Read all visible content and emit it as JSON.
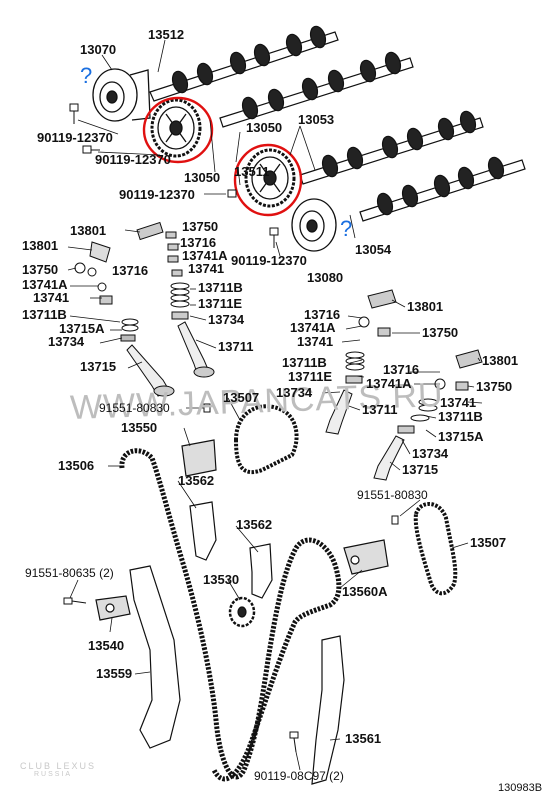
{
  "diagram": {
    "watermark": "WWW.JAPANCATS.RU",
    "logo_text": "CLUB LEXUS",
    "logo_subtext": "RUSSIA",
    "reference_code": "130983B",
    "parts": [
      {
        "id": "p01",
        "text": "13070"
      },
      {
        "id": "p02",
        "text": "13512"
      },
      {
        "id": "p03",
        "text": "90119-12370"
      },
      {
        "id": "p04",
        "text": "90119-12370"
      },
      {
        "id": "p05",
        "text": "13050"
      },
      {
        "id": "p06",
        "text": "13053"
      },
      {
        "id": "p07",
        "text": "13050"
      },
      {
        "id": "p08",
        "text": "13511"
      },
      {
        "id": "p09",
        "text": "90119-12370"
      },
      {
        "id": "p10",
        "text": "13054"
      },
      {
        "id": "p11",
        "text": "90119-12370"
      },
      {
        "id": "p12",
        "text": "13080"
      },
      {
        "id": "p13",
        "text": "13801"
      },
      {
        "id": "p14",
        "text": "13750"
      },
      {
        "id": "p15",
        "text": "13716"
      },
      {
        "id": "p16",
        "text": "13741A"
      },
      {
        "id": "p17",
        "text": "13741"
      },
      {
        "id": "p18",
        "text": "13801"
      },
      {
        "id": "p19",
        "text": "13750"
      },
      {
        "id": "p20",
        "text": "13716"
      },
      {
        "id": "p21",
        "text": "13741A"
      },
      {
        "id": "p22",
        "text": "13741"
      },
      {
        "id": "p23",
        "text": "13711B"
      },
      {
        "id": "p24",
        "text": "13711E"
      },
      {
        "id": "p25",
        "text": "13734"
      },
      {
        "id": "p26",
        "text": "13711B"
      },
      {
        "id": "p27",
        "text": "13715A"
      },
      {
        "id": "p28",
        "text": "13734"
      },
      {
        "id": "p29",
        "text": "13711"
      },
      {
        "id": "p30",
        "text": "13715"
      },
      {
        "id": "p31",
        "text": "13716"
      },
      {
        "id": "p32",
        "text": "13801"
      },
      {
        "id": "p33",
        "text": "13741A"
      },
      {
        "id": "p34",
        "text": "13750"
      },
      {
        "id": "p35",
        "text": "13741"
      },
      {
        "id": "p36",
        "text": "13711B"
      },
      {
        "id": "p37",
        "text": "13716"
      },
      {
        "id": "p38",
        "text": "13801"
      },
      {
        "id": "p39",
        "text": "13711E"
      },
      {
        "id": "p40",
        "text": "13741A"
      },
      {
        "id": "p41",
        "text": "13750"
      },
      {
        "id": "p42",
        "text": "13734"
      },
      {
        "id": "p43",
        "text": "13741"
      },
      {
        "id": "p44",
        "text": "13711"
      },
      {
        "id": "p45",
        "text": "13711B"
      },
      {
        "id": "p46",
        "text": "13715A"
      },
      {
        "id": "p47",
        "text": "13734"
      },
      {
        "id": "p48",
        "text": "13715"
      },
      {
        "id": "p49",
        "text": "91551-80830"
      },
      {
        "id": "p50",
        "text": "13507"
      },
      {
        "id": "p51",
        "text": "13550"
      },
      {
        "id": "p52",
        "text": "13506"
      },
      {
        "id": "p53",
        "text": "13562"
      },
      {
        "id": "p54",
        "text": "91551-80830"
      },
      {
        "id": "p55",
        "text": "13507"
      },
      {
        "id": "p56",
        "text": "13562"
      },
      {
        "id": "p57",
        "text": "91551-80635 (2)"
      },
      {
        "id": "p58",
        "text": "13530"
      },
      {
        "id": "p59",
        "text": "13560A"
      },
      {
        "id": "p60",
        "text": "13540"
      },
      {
        "id": "p61",
        "text": "13559"
      },
      {
        "id": "p62",
        "text": "13561"
      },
      {
        "id": "p63",
        "text": "90119-08C97 (2)"
      }
    ]
  }
}
